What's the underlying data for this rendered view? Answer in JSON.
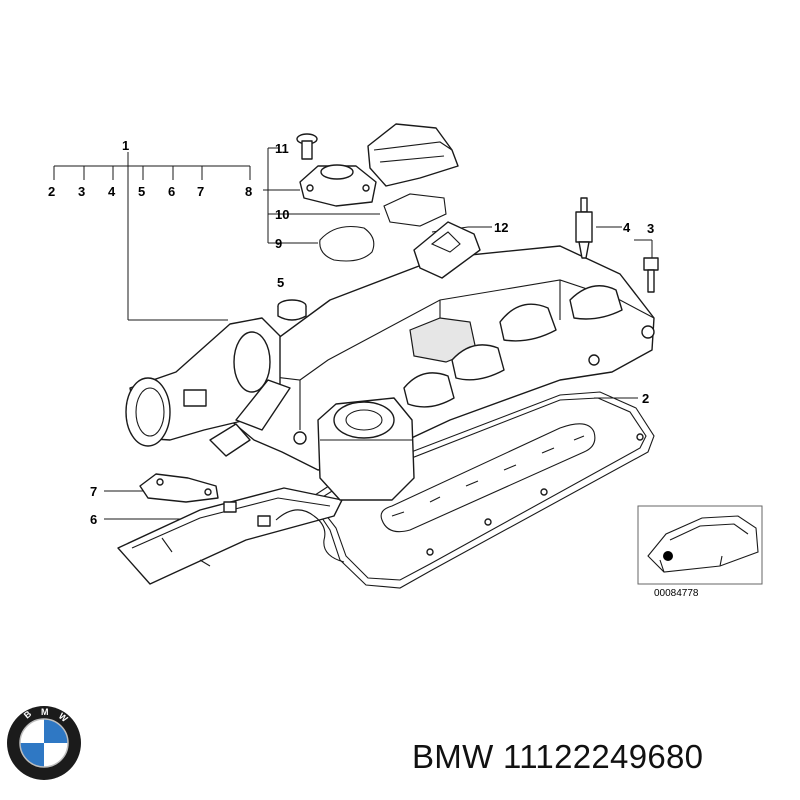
{
  "diagram": {
    "callouts": [
      {
        "id": "c1",
        "text": "1"
      },
      {
        "id": "c2a",
        "text": "2"
      },
      {
        "id": "c3a",
        "text": "3"
      },
      {
        "id": "c4a",
        "text": "4"
      },
      {
        "id": "c5a",
        "text": "5"
      },
      {
        "id": "c6a",
        "text": "6"
      },
      {
        "id": "c7a",
        "text": "7"
      },
      {
        "id": "c8",
        "text": "8"
      },
      {
        "id": "c11",
        "text": "11"
      },
      {
        "id": "c10",
        "text": "10"
      },
      {
        "id": "c9",
        "text": "9"
      },
      {
        "id": "c12",
        "text": "12"
      },
      {
        "id": "c4b",
        "text": "4"
      },
      {
        "id": "c3b",
        "text": "3"
      },
      {
        "id": "c5b",
        "text": "5"
      },
      {
        "id": "c2b",
        "text": "2"
      },
      {
        "id": "c7b",
        "text": "7"
      },
      {
        "id": "c6b",
        "text": "6"
      }
    ],
    "inset_reference": "00084778"
  },
  "footer": {
    "brand": "BMW",
    "part_number": "11122249680",
    "caption": "BMW 11122249680"
  },
  "colors": {
    "line": "#1a1a1a",
    "background": "#ffffff",
    "logo_blue": "#2f78c4",
    "logo_ring": "#1b1b1b"
  }
}
